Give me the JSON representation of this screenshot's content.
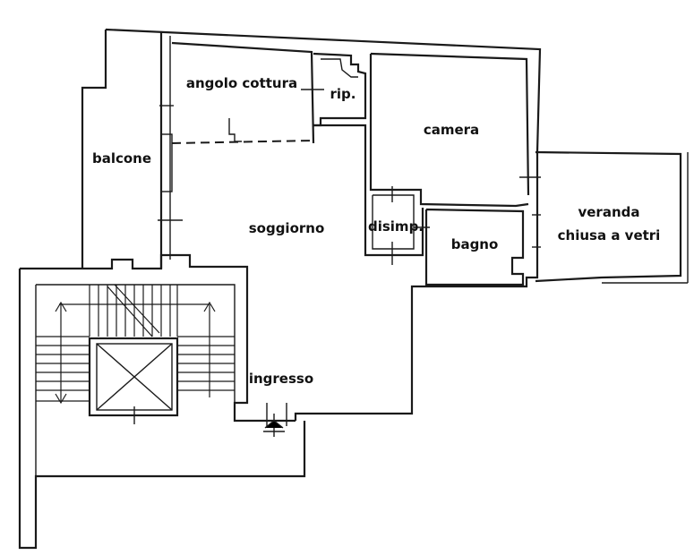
{
  "rooms": {
    "angolo_cottura": "angolo cottura",
    "rip": "rip.",
    "camera": "camera",
    "balcone": "balcone",
    "soggiorno": "soggiorno",
    "disimp": "disimp.",
    "bagno": "bagno",
    "veranda_line1": "veranda",
    "veranda_line2": "chiusa a vetri",
    "ingresso": "ingresso"
  },
  "icons": {
    "lift": "elevator-shaft-icon",
    "entry": "entry-arrow-icon",
    "stairs": "staircase-icon"
  }
}
